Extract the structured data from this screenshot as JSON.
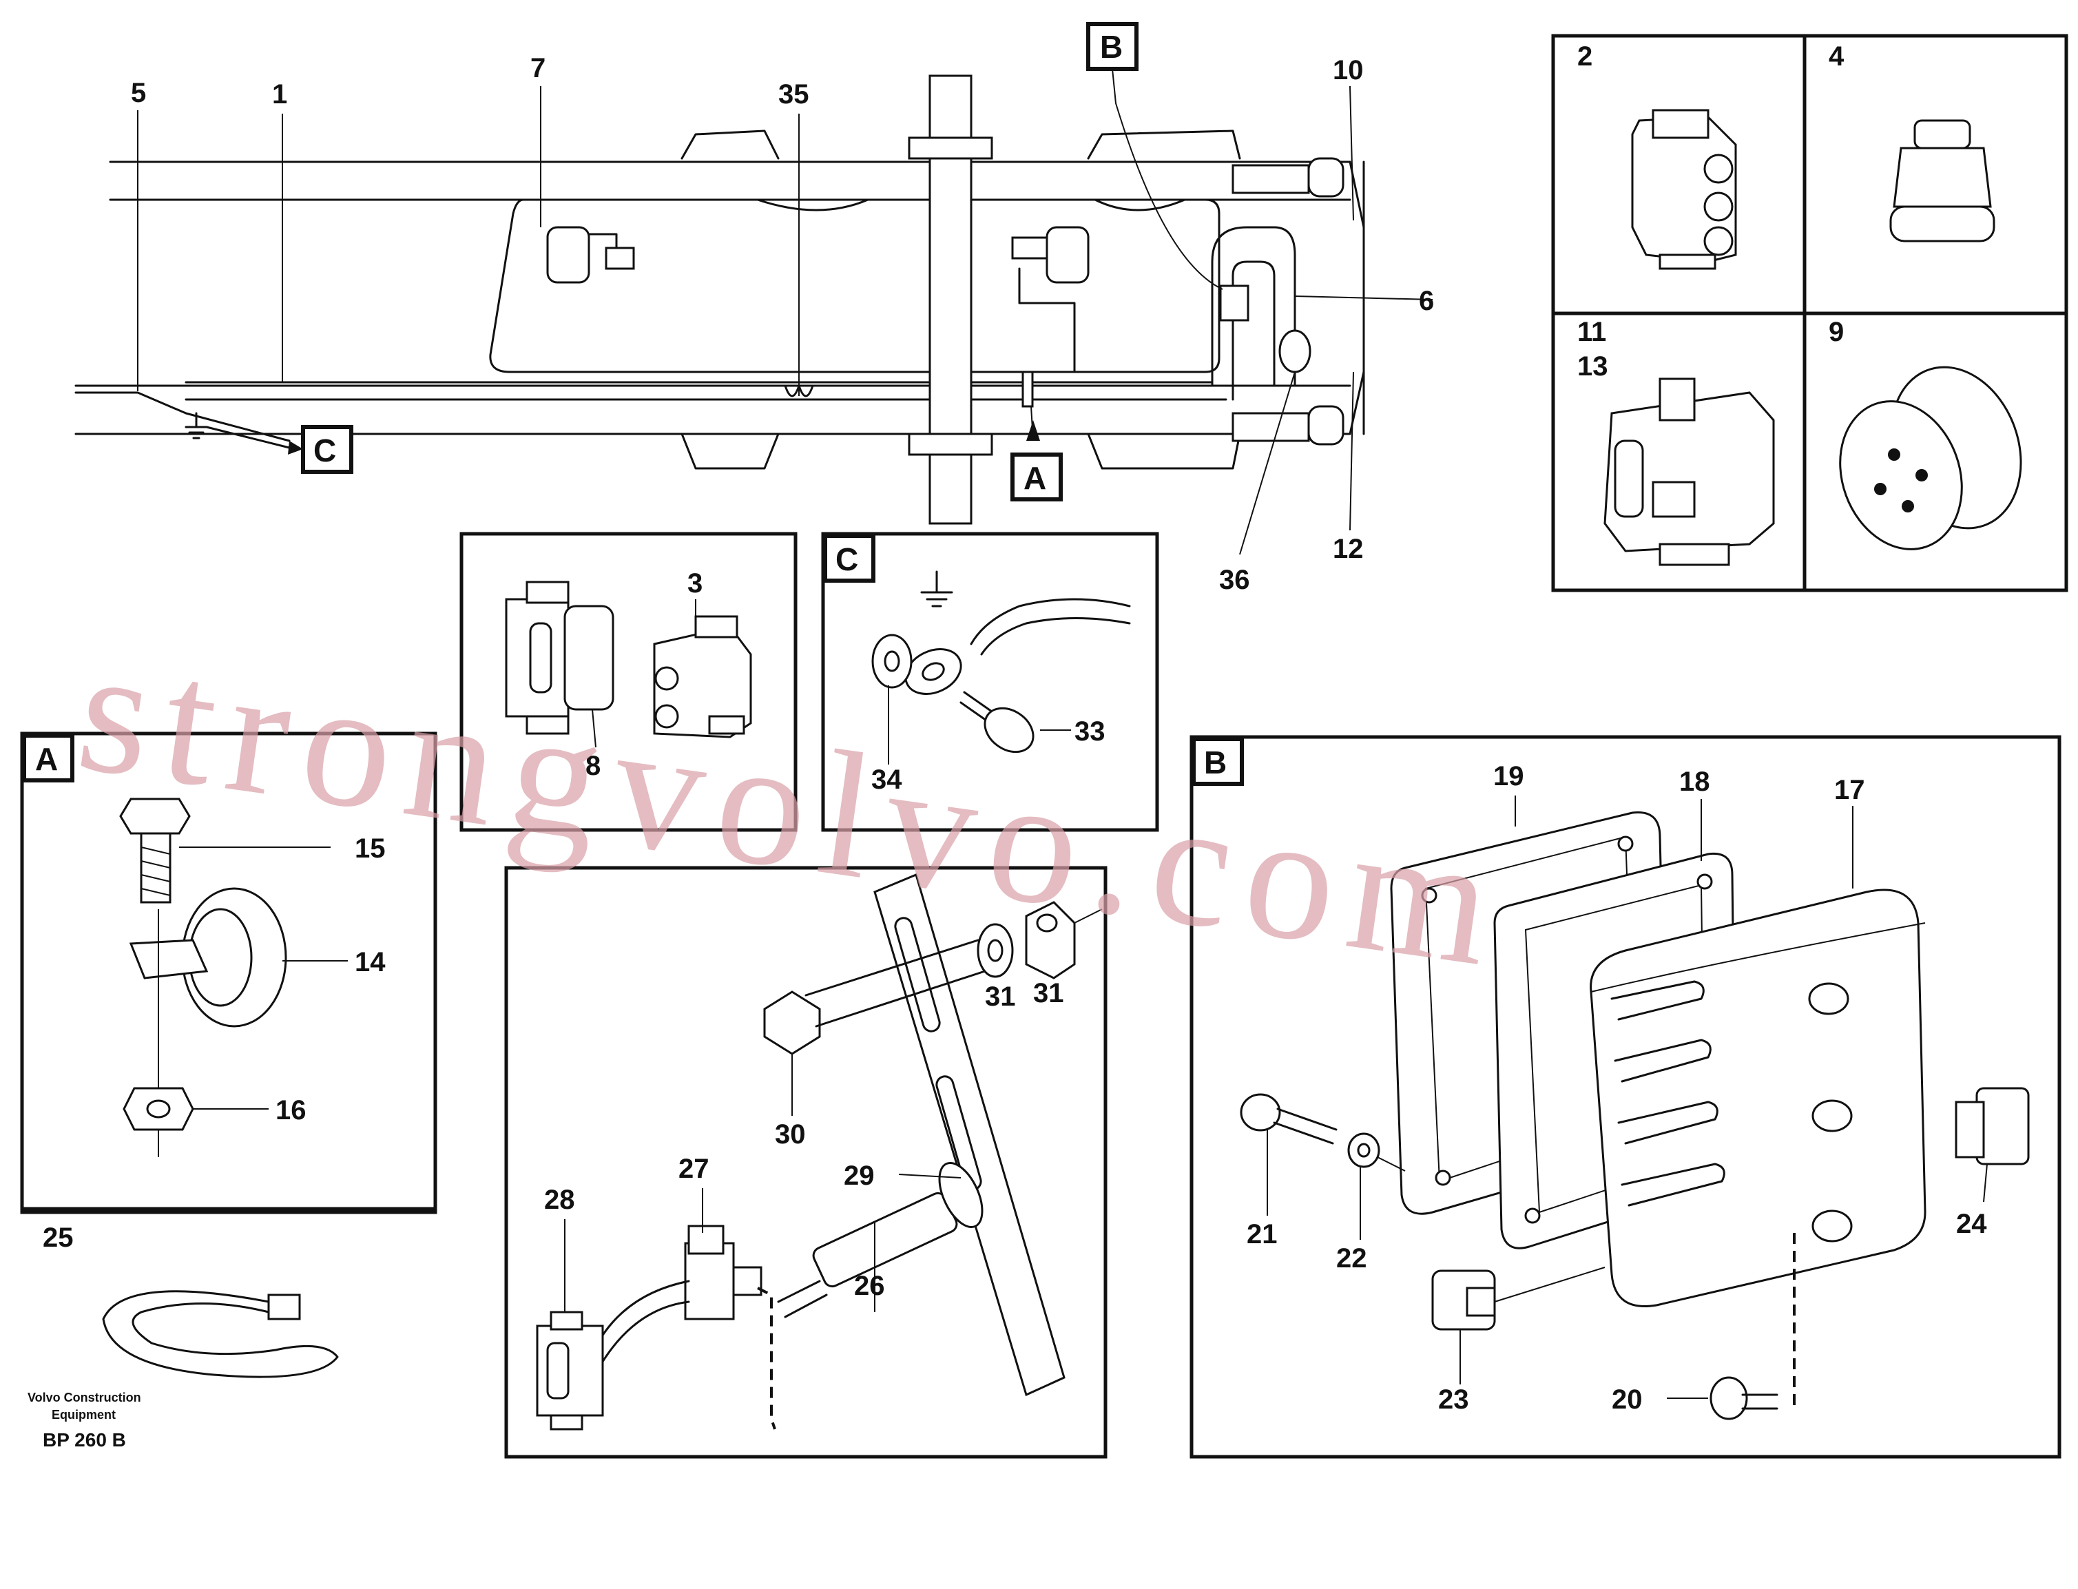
{
  "callouts": {
    "c1": "1",
    "c2": "2",
    "c3": "3",
    "c4": "4",
    "c5": "5",
    "c6": "6",
    "c7": "7",
    "c8": "8",
    "c9": "9",
    "c10": "10",
    "c11": "11",
    "c12": "12",
    "c13": "13",
    "c14": "14",
    "c15": "15",
    "c16": "16",
    "c17": "17",
    "c18": "18",
    "c19": "19",
    "c20": "20",
    "c21": "21",
    "c22": "22",
    "c23": "23",
    "c24": "24",
    "c25": "25",
    "c26": "26",
    "c27": "27",
    "c28": "28",
    "c29": "29",
    "c30": "30",
    "c31": "31",
    "c32": "31",
    "c33": "33",
    "c34": "34",
    "c35": "35",
    "c36": "36"
  },
  "detail_tags": {
    "a": "A",
    "b": "B",
    "c": "C"
  },
  "footer": {
    "maker_line1": "Volvo Construction",
    "maker_line2": "Equipment",
    "drawing_code": "BP 260 B"
  },
  "watermark": "strongvolvo.com",
  "colors": {
    "line": "#111111",
    "watermark": "#d9a0a6",
    "background": "#ffffff"
  }
}
